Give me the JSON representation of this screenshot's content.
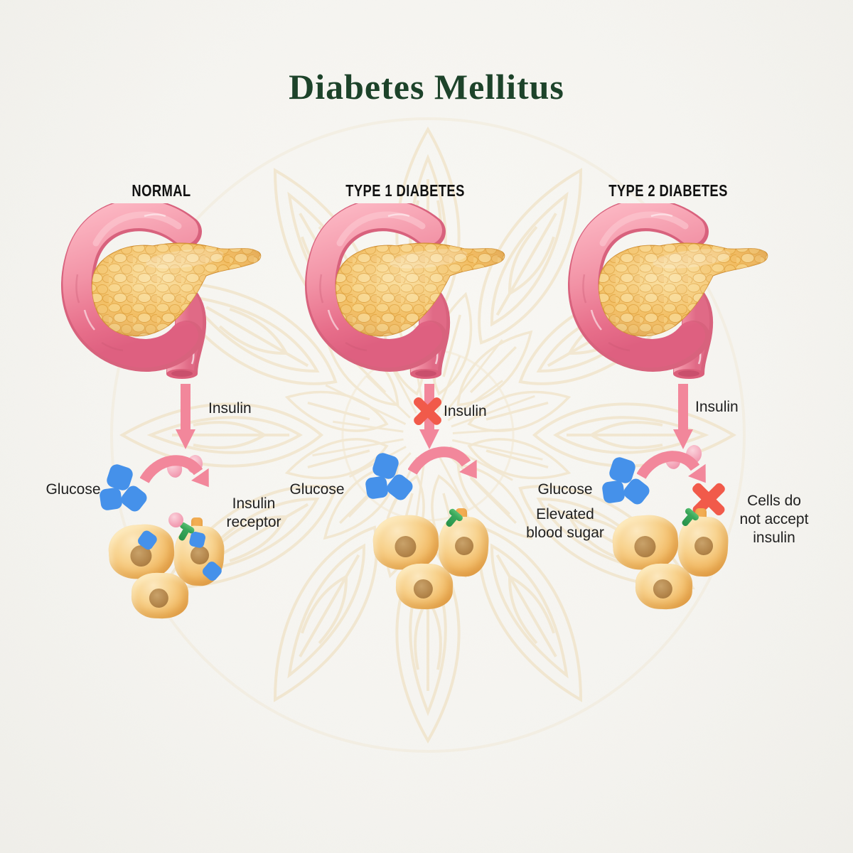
{
  "title": "Diabetes Mellitus",
  "panels": [
    {
      "id": "normal",
      "header": "NORMAL",
      "insulin_label": "Insulin",
      "glucose_label": "Glucose",
      "receptor_label": [
        "Insulin",
        "receptor"
      ]
    },
    {
      "id": "type1",
      "header": "TYPE 1 DIABETES",
      "insulin_label": "Insulin",
      "glucose_label": "Glucose"
    },
    {
      "id": "type2",
      "header": "TYPE 2 DIABETES",
      "insulin_label": "Insulin",
      "glucose_label": "Glucose",
      "elevated": [
        "Elevated",
        "blood sugar"
      ],
      "cells_note": [
        "Cells do",
        "not accept",
        "insulin"
      ]
    }
  ],
  "colors": {
    "background": "#f6f5f1",
    "title_green": "#1d432a",
    "header_black": "#111111",
    "label_black": "#1f1f1f",
    "arrow_pink": "#f2879b",
    "insulin_pink": "#f2a0b4",
    "glucose_blue": "#4591ea",
    "cell_orange": "#f3bd6a",
    "nucleus_brown": "#b0834a",
    "receptor_green": "#3fae5a",
    "blocked_red": "#f15a4a",
    "duodenum_pink": "#ee7d92",
    "pancreas_yellow": "#f0b456",
    "pattern_beige": "#ecd8b0"
  }
}
